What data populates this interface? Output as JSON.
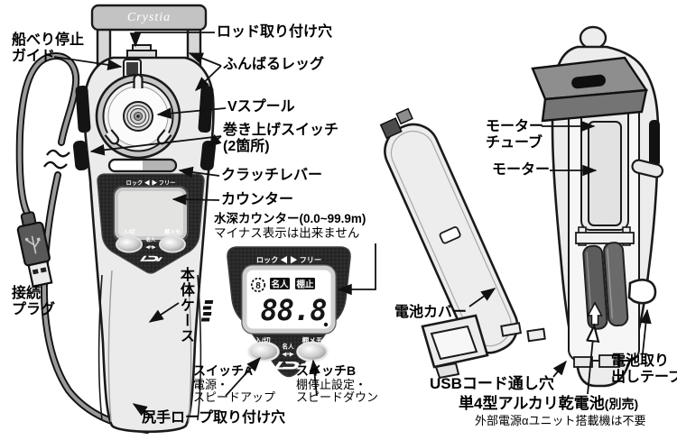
{
  "colors": {
    "outline": "#1a1a1a",
    "body_fill": "#ebebeb",
    "panel_dark": "#242424",
    "badge_black": "#111111",
    "cable_gray": "#8f8f8f"
  },
  "left_device": {
    "brand_plate": "Crystia",
    "panel": {
      "lock_free": "ロック ◀ ▶ フリー",
      "on_off": "入/切",
      "tana_memo": "棚メモ",
      "meijin": "名人",
      "meijin_arrows": "◀+▶"
    },
    "labels": {
      "boat_stop_guide_1": "船べり停止",
      "boat_stop_guide_2": "ガイド",
      "rod_hole": "ロッド取り付け穴",
      "funbaru_leg": "ふんばるレッグ",
      "v_spool": "Vスプール",
      "hoist_switch_1": "巻き上げスイッチ",
      "hoist_switch_2": "(2箇所)",
      "clutch_lever": "クラッチレバー",
      "counter": "カウンター",
      "depth_counter": "水深カウンター(0.0~99.9m)",
      "depth_note": "マイナス表示は出来ません",
      "body_case": "本体ケース",
      "plug_1": "接続",
      "plug_2": "プラグ",
      "switch_a": "スイッチA",
      "switch_a_fn1": "電源・",
      "switch_a_fn2": "スピードアップ",
      "switch_b": "スイッチB",
      "switch_b_fn1": "棚停止設定・",
      "switch_b_fn2": "スピードダウン",
      "rope_hole": "尻手ロープ取り付け穴"
    }
  },
  "counter_closeup": {
    "lock_free": "ロック ◀ ▶ フリー",
    "rotation_digit": "8",
    "meijin_badge": "名人",
    "tana_stop_badge": "棚止",
    "depth_digits": "88.8",
    "on_off": "入/切",
    "tana_memo": "棚メモ",
    "meijin": "名人",
    "meijin_arrows": "◀+▶"
  },
  "right_device": {
    "labels": {
      "motor_tube_1": "モーター",
      "motor_tube_2": "チューブ",
      "motor": "モーター",
      "battery_cover": "電池カバー",
      "usb_cord_hole": "USBコード通し穴",
      "battery_tape_1": "電池取り",
      "battery_tape_2": "出しテープ",
      "battery_name": "単4型アルカリ乾電池",
      "battery_sold_sep": "(別売)",
      "battery_note": "外部電源αユニット搭載機は不要"
    }
  }
}
